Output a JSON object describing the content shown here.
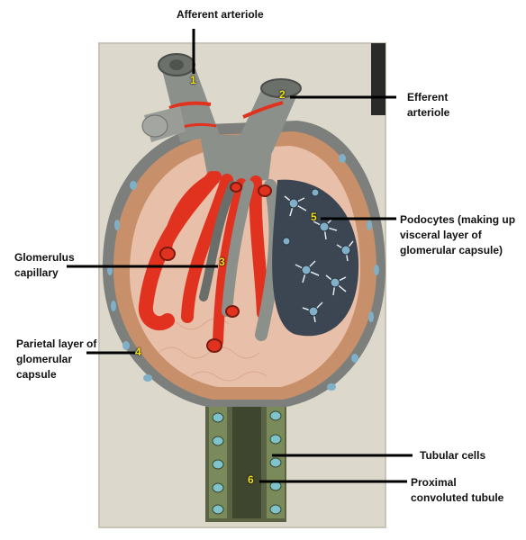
{
  "labels": {
    "afferent_arteriole": "Afferent arteriole",
    "efferent_arteriole": "Efferent arteriole",
    "podocytes": "Podocytes (making up visceral layer of glomerular capsule)",
    "glomerulus_capillary": "Glomerulus capillary",
    "parietal_layer": "Parietal layer of glomerular capsule",
    "tubular_cells": "Tubular cells",
    "proximal_tubule": "Proximal convoluted tubule"
  },
  "markers": [
    "1",
    "2",
    "3",
    "4",
    "5",
    "6"
  ],
  "colors": {
    "background_board": "#dcd8cc",
    "capsule_outer": "#7c7f7c",
    "capsule_cells": "#c8906a",
    "capsule_inner": "#e8bfa8",
    "arteriole_gray": "#8c908b",
    "capillary_red": "#e0321e",
    "podocyte_dark": "#3c4652",
    "podocyte_blue": "#7fb0c8",
    "tubule_olive": "#5a6444",
    "tubule_nuclei": "#7ec2cc",
    "marker_yellow": "#f2e21a",
    "leader_line": "#000000"
  }
}
